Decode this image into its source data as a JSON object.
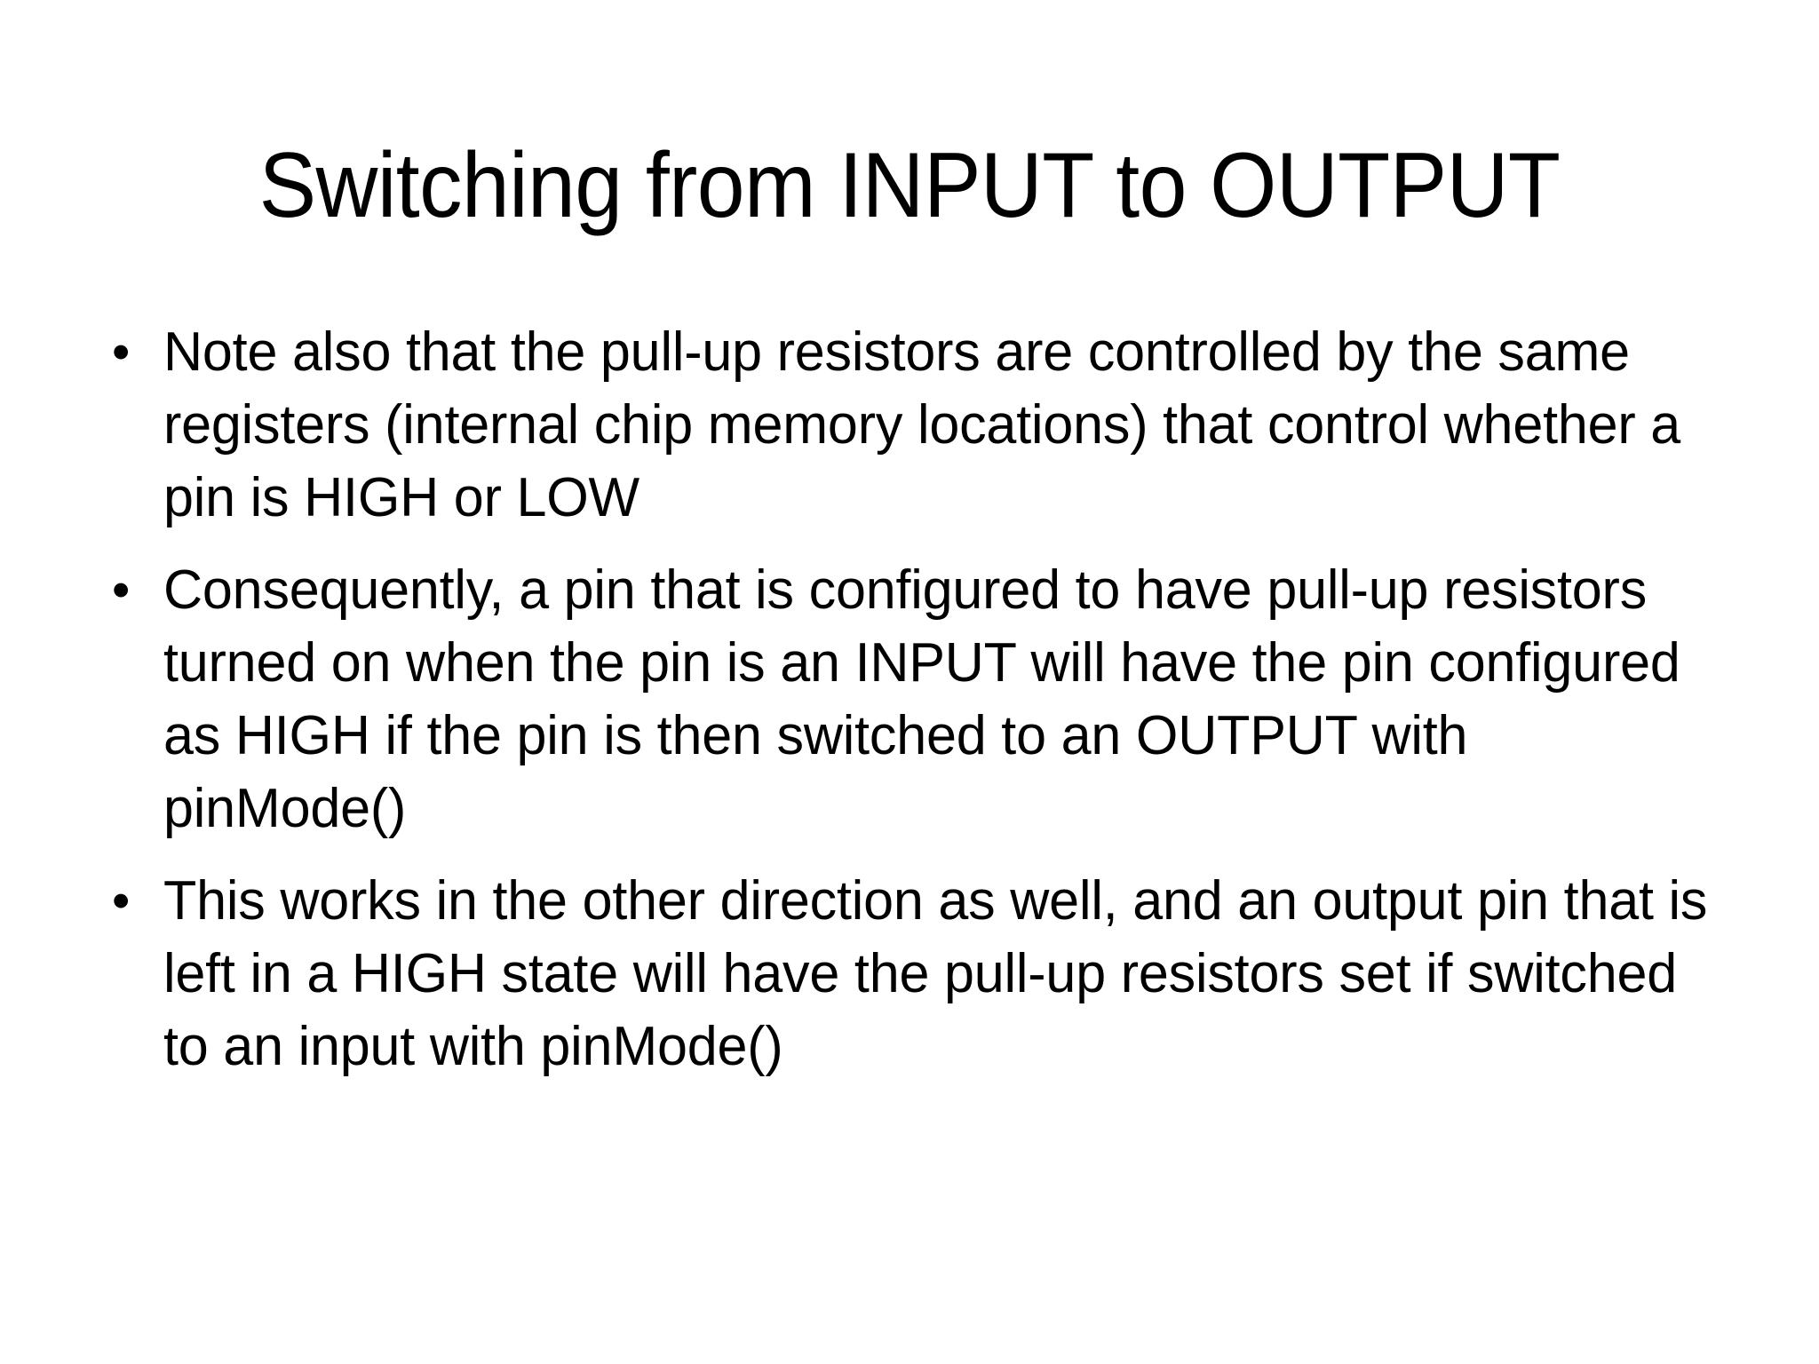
{
  "slide": {
    "background_color": "#FFFFFF",
    "text_color": "#000000",
    "title": "Switching from INPUT to OUTPUT",
    "bullet_marker": "•",
    "bullets": [
      {
        "text": "Note also that the pull-up resistors are controlled by the same registers (internal chip memory locations) that control whether a pin is HIGH or LOW"
      },
      {
        "text": "Consequently, a pin that is configured to have pull-up resistors turned on when the pin is an INPUT will have the pin configured as HIGH if the pin is then switched to an OUTPUT with pinMode()"
      },
      {
        "text": "This works in the other direction as well, and an output pin that is left in a HIGH state will have the pull-up resistors set if switched to an input with pinMode()"
      }
    ]
  }
}
